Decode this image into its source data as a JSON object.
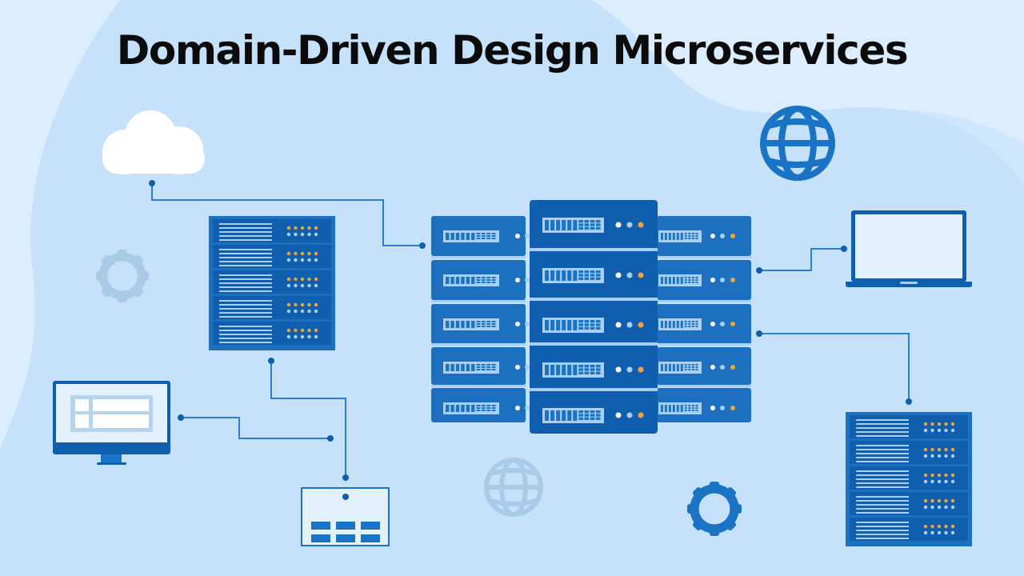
{
  "title": "Domain-Driven Design Microservices",
  "colors": {
    "background_light": "#dcedfd",
    "background_blob": "#c6e2fb",
    "primary_blue": "#1a73c4",
    "dark_blue": "#0f5fae",
    "rack_blue": "#1d6fbf",
    "line_blue": "#2b7fd0",
    "light_panel": "#e3f1fd",
    "led_orange": "#f0a33a",
    "led_light": "#a9d0f4",
    "faded_icon": "#a9cbe6",
    "cloud_white": "#ffffff",
    "title_black": "#0b0b0b"
  },
  "diagram": {
    "central_cluster": {
      "name": "central-server-cluster",
      "columns": 3,
      "units_per_column": 5
    },
    "nodes": [
      {
        "id": "cloud",
        "icon": "cloud-icon"
      },
      {
        "id": "globe-top",
        "icon": "globe-icon"
      },
      {
        "id": "server-rack-left",
        "icon": "server-rack-icon",
        "units": 5
      },
      {
        "id": "server-rack-right",
        "icon": "server-rack-icon",
        "units": 5
      },
      {
        "id": "laptop",
        "icon": "laptop-icon"
      },
      {
        "id": "desktop-monitor",
        "icon": "monitor-icon"
      },
      {
        "id": "device-panel",
        "icon": "device-panel-icon"
      },
      {
        "id": "gear-left-faded",
        "icon": "gear-icon"
      },
      {
        "id": "gear-bottom",
        "icon": "gear-icon"
      },
      {
        "id": "globe-bottom-faded",
        "icon": "globe-icon"
      }
    ],
    "connections": [
      {
        "from": "cloud",
        "to": "central-server-cluster"
      },
      {
        "from": "central-server-cluster",
        "to": "laptop"
      },
      {
        "from": "central-server-cluster",
        "to": "server-rack-right"
      },
      {
        "from": "server-rack-left",
        "to": "device-panel"
      },
      {
        "from": "desktop-monitor",
        "to": "device-panel"
      }
    ]
  }
}
